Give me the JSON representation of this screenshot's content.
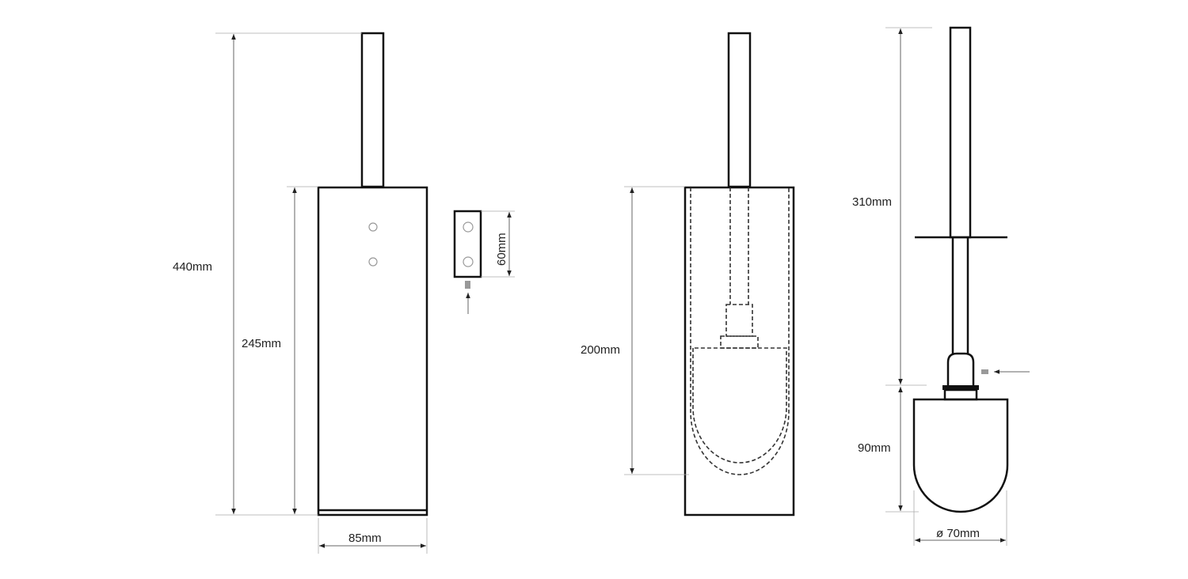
{
  "dimensions": {
    "total_height": "440mm",
    "body_height": "245mm",
    "body_width": "85mm",
    "bracket_height": "60mm",
    "insert_depth": "200mm",
    "handle_length": "310mm",
    "head_height": "90mm",
    "head_diameter": "ø 70mm"
  },
  "colors": {
    "line": "#111111",
    "dimension": "#666666"
  }
}
